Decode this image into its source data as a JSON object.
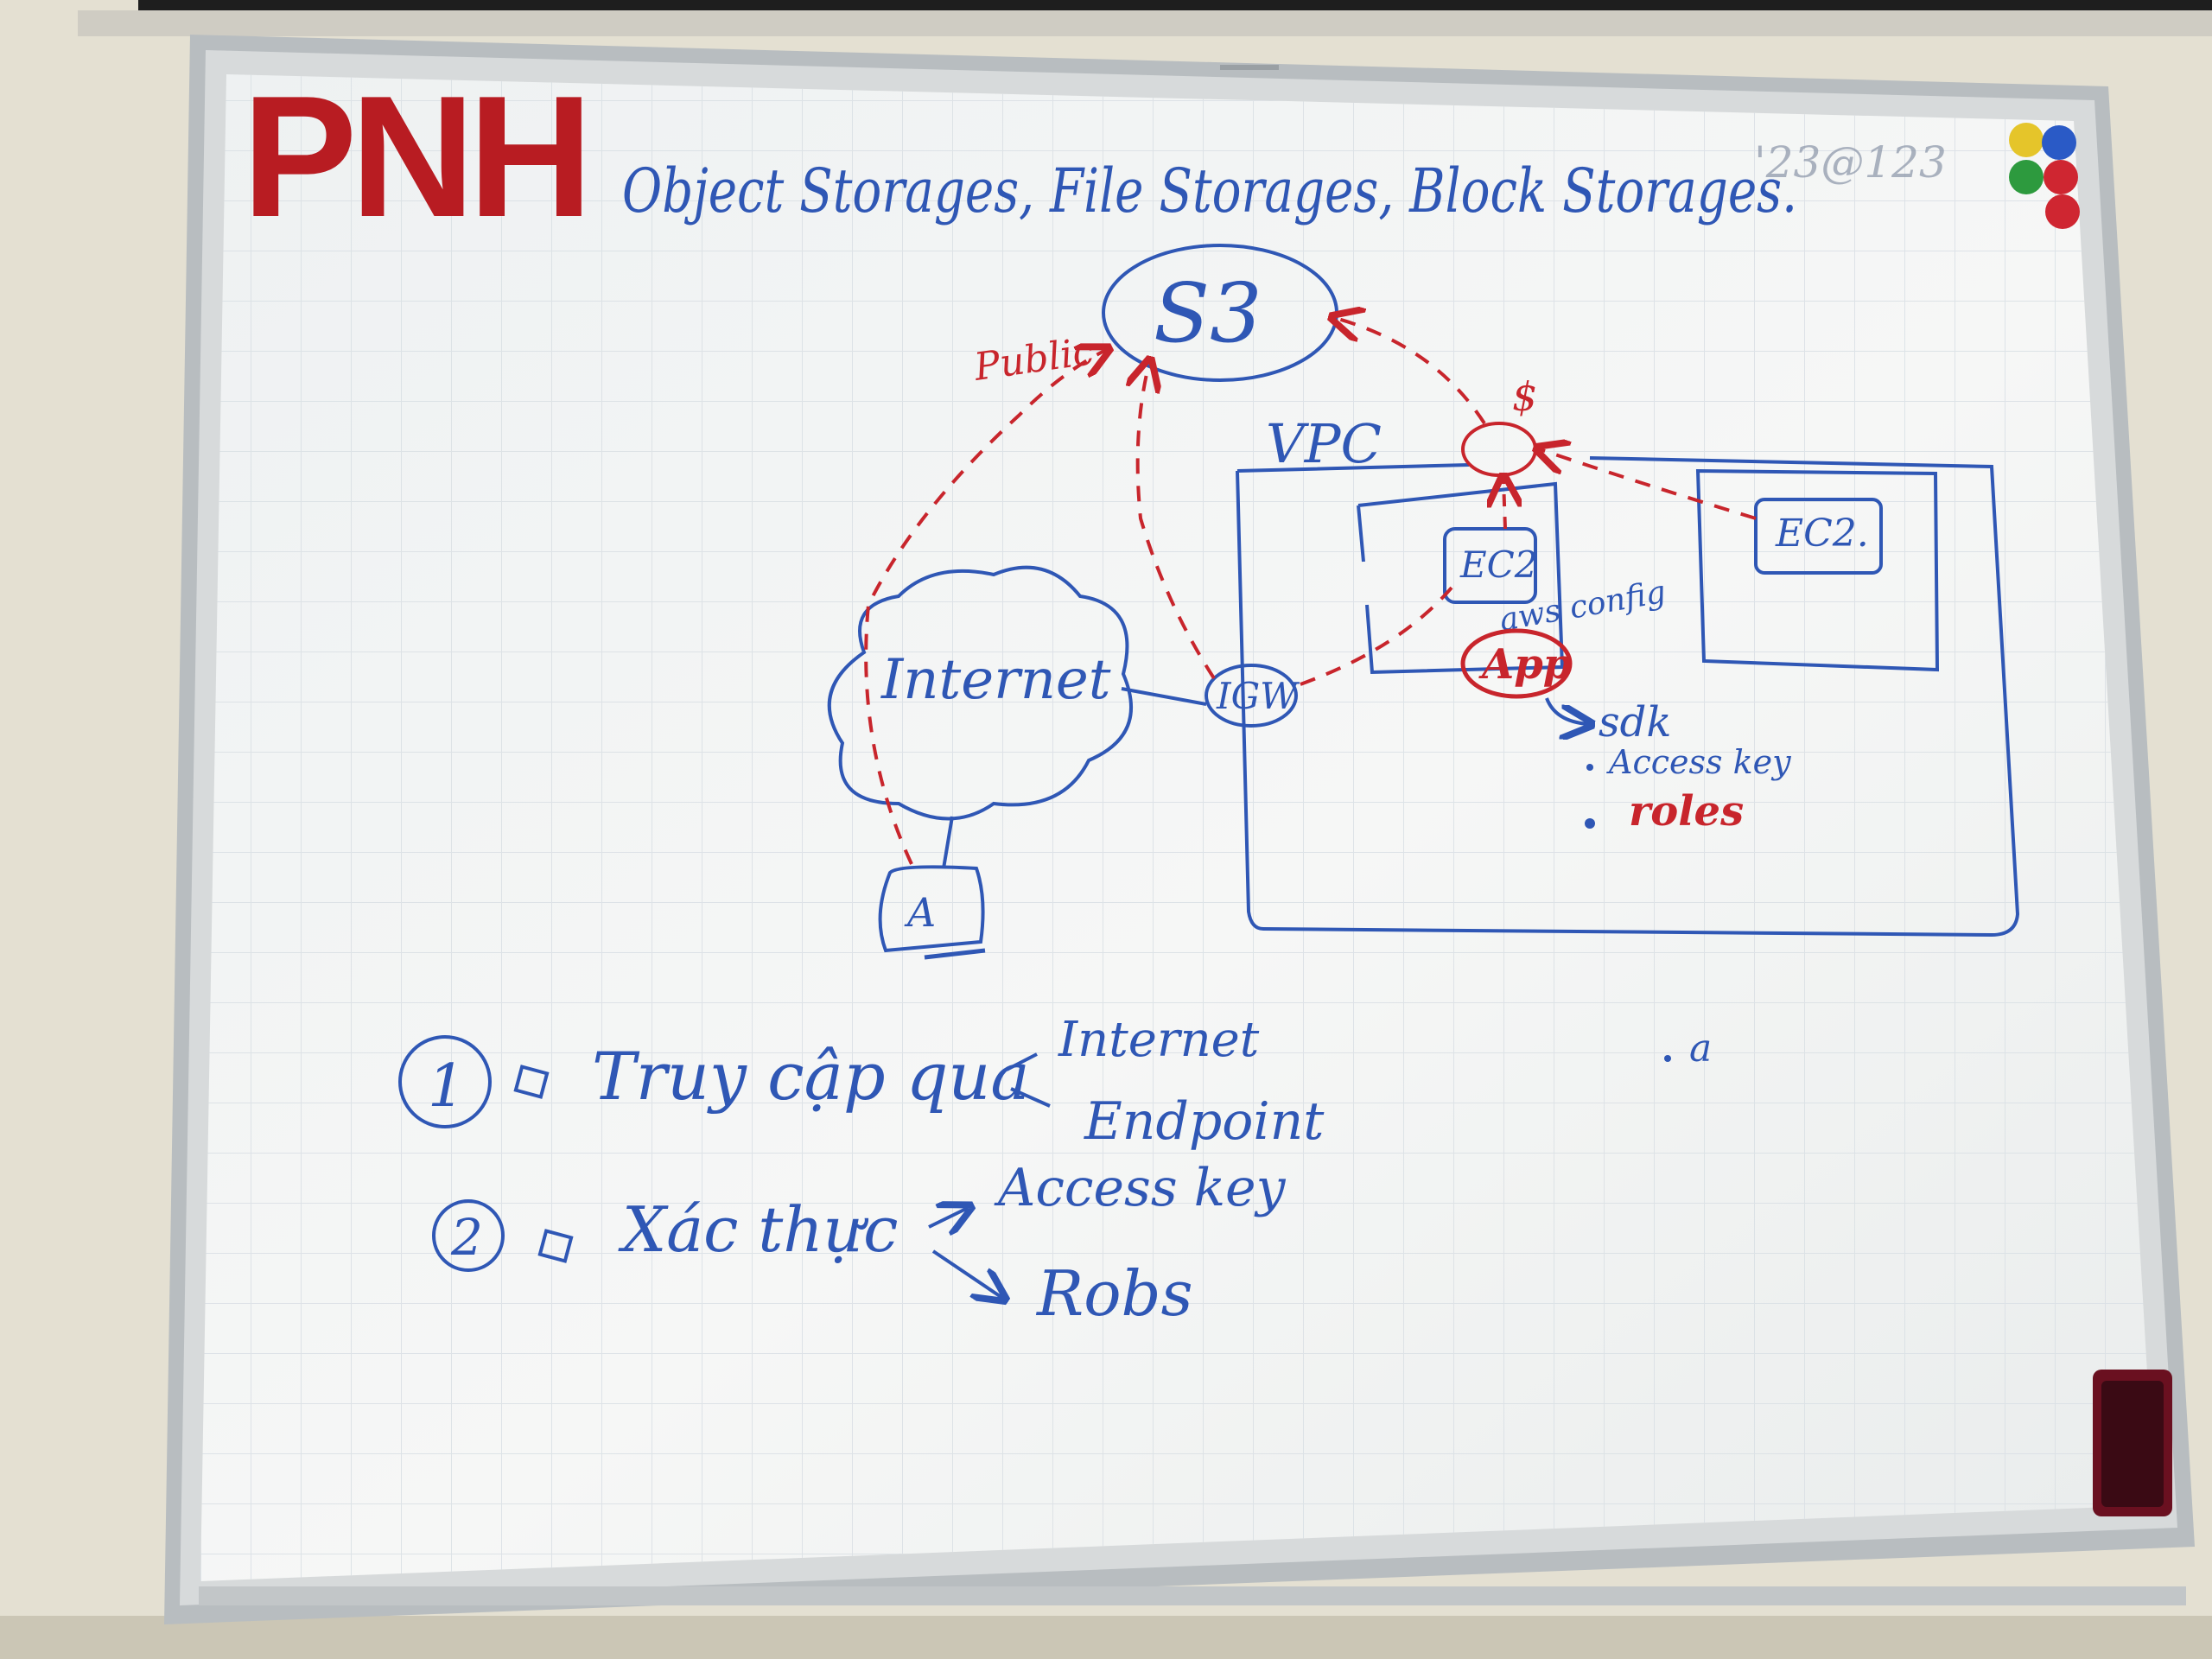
{
  "board": {
    "logo_text": "PNH",
    "title": "Object Storages, File Storages, Block Storages.",
    "corner_note": "'23@123"
  },
  "diagram": {
    "s3_label": "S3",
    "public_label": "Public",
    "vpc_label": "VPC",
    "dollar_label": "$",
    "ec2_left_label": "EC2",
    "ec2_right_label": "EC2.",
    "aws_config_label": "aws config",
    "app_label": "App",
    "internet_label": "Internet",
    "igw_label": "IGW",
    "client_label": "A",
    "auth_notes": [
      "sdk",
      "Access key",
      "roles"
    ]
  },
  "notes": {
    "item1_number": "1",
    "item1_text": "Truy cập qua",
    "item1_branch_a": "Internet",
    "item1_branch_b": "Endpoint",
    "item2_number": "2",
    "item2_text": "Xác thực",
    "item2_branch_a": "Access key",
    "item2_branch_b": "Robs",
    "side_note": "a"
  },
  "colors": {
    "marker_blue": "#2f57b5",
    "marker_red": "#c8252c",
    "logo_red": "#b81c22",
    "board_white": "#f2f4f3"
  }
}
